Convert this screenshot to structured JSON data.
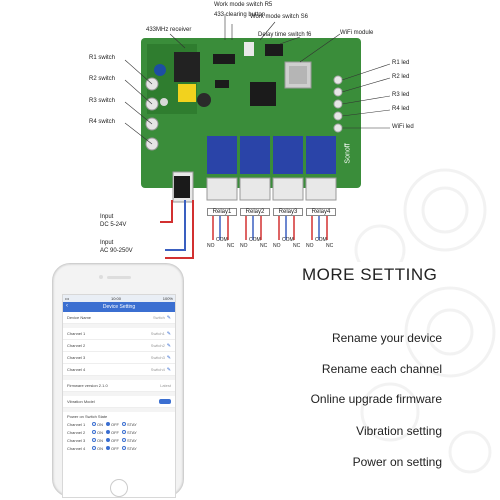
{
  "board": {
    "labels": {
      "work_mode_r5": "Work mode switch R5",
      "clearing_button": "433 clearing button",
      "work_mode_s6": "Work mode switch S6",
      "receiver": "433MHz receiver",
      "delay_switch": "Delay time switch f6",
      "wifi_module": "WiFi module",
      "r1_switch": "R1 switch",
      "r2_switch": "R2 switch",
      "r3_switch": "R3 switch",
      "r4_switch": "R4 switch",
      "r1_led": "R1 led",
      "r2_led": "R2 led",
      "r3_led": "R3 led",
      "r4_led": "R4 led",
      "wifi_led": "WiFi led",
      "input_dc_1": "Input",
      "input_dc_2": "DC 5-24V",
      "input_ac_1": "Input",
      "input_ac_2": "AC 90-250V"
    },
    "relays": [
      "Relay1",
      "Relay2",
      "Relay3",
      "Relay4"
    ],
    "terminals": [
      "NO",
      "COM",
      "NC"
    ],
    "brand": "Sonoff"
  },
  "phone": {
    "status_left": "•••",
    "status_time": "10:00",
    "status_right": "100%",
    "title": "Device Setting",
    "back": "‹",
    "rows": [
      {
        "label": "Device Name",
        "value": "Switch"
      },
      {
        "label": "Channel 1",
        "value": "Switch1"
      },
      {
        "label": "Channel 2",
        "value": "Switch2"
      },
      {
        "label": "Channel 3",
        "value": "Switch3"
      },
      {
        "label": "Channel 4",
        "value": "Switch4"
      }
    ],
    "firmware_label": "Firmware version 2.1.0",
    "firmware_value": "Latest",
    "vibration_label": "Vibration Model",
    "power_head": "Power on Switch State",
    "power_rows": [
      {
        "name": "Channel 1",
        "opts": [
          "ON",
          "OFF",
          "STAY"
        ],
        "selected": 1
      },
      {
        "name": "Channel 2",
        "opts": [
          "ON",
          "OFF",
          "STAY"
        ],
        "selected": 1
      },
      {
        "name": "Channel 3",
        "opts": [
          "ON",
          "OFF",
          "STAY"
        ],
        "selected": 1
      },
      {
        "name": "Channel 4",
        "opts": [
          "ON",
          "OFF",
          "STAY"
        ],
        "selected": 1
      }
    ]
  },
  "features": {
    "heading": "MORE SETTING",
    "items": [
      "Rename your device",
      "Rename each channel",
      "Online  upgrade firmware",
      "Vibration setting",
      "Power on setting"
    ]
  },
  "colors": {
    "pcb": "#3a8d3a",
    "pcb_dark": "#2b6f2b",
    "relay": "#2a44a8",
    "terminal": "#e8e8e8",
    "accent": "#3b6fd1",
    "wire_red": "#d23030",
    "wire_blue": "#3a5fc0"
  }
}
